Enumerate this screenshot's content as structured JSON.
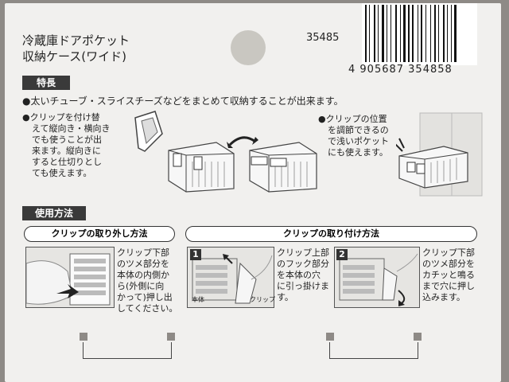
{
  "product": {
    "title_line1": "冷蔵庫ドアポケット",
    "title_line2": "収納ケース(ワイド)",
    "item_number": "35485",
    "barcode": "4 905687 354858"
  },
  "features": {
    "heading": "特長",
    "bullet1": "●太いチューブ・スライスチーズなどをまとめて収納することが出来ます。",
    "clip_text": [
      "●クリップを付け替",
      "えて縦向き・横向き",
      "でも使うことが出",
      "来ます。縦向きに",
      "すると仕切りとし",
      "ても使えます。"
    ],
    "position_text": [
      "●クリップの位置",
      "を調節できるの",
      "で浅いポケット",
      "にも使えます。"
    ]
  },
  "usage": {
    "heading": "使用方法",
    "remove_title": "クリップの取り外し方法",
    "remove_text": [
      "クリップ下部",
      "のツメ部分を",
      "本体の内側か",
      "ら(外側に向",
      "かって)押し出",
      "してください。"
    ],
    "attach_title": "クリップの取り付け方法",
    "step1_number": "1",
    "step1_text": [
      "クリップ上部",
      "のフック部分",
      "を本体の穴",
      "に引っ掛けま",
      "す。"
    ],
    "step1_label_body": "本体",
    "step1_label_clip": "クリップ",
    "step2_number": "2",
    "step2_text": [
      "クリップ下部",
      "のツメ部分を",
      "カチッと鳴る",
      "まで穴に押し",
      "込みます。"
    ]
  }
}
